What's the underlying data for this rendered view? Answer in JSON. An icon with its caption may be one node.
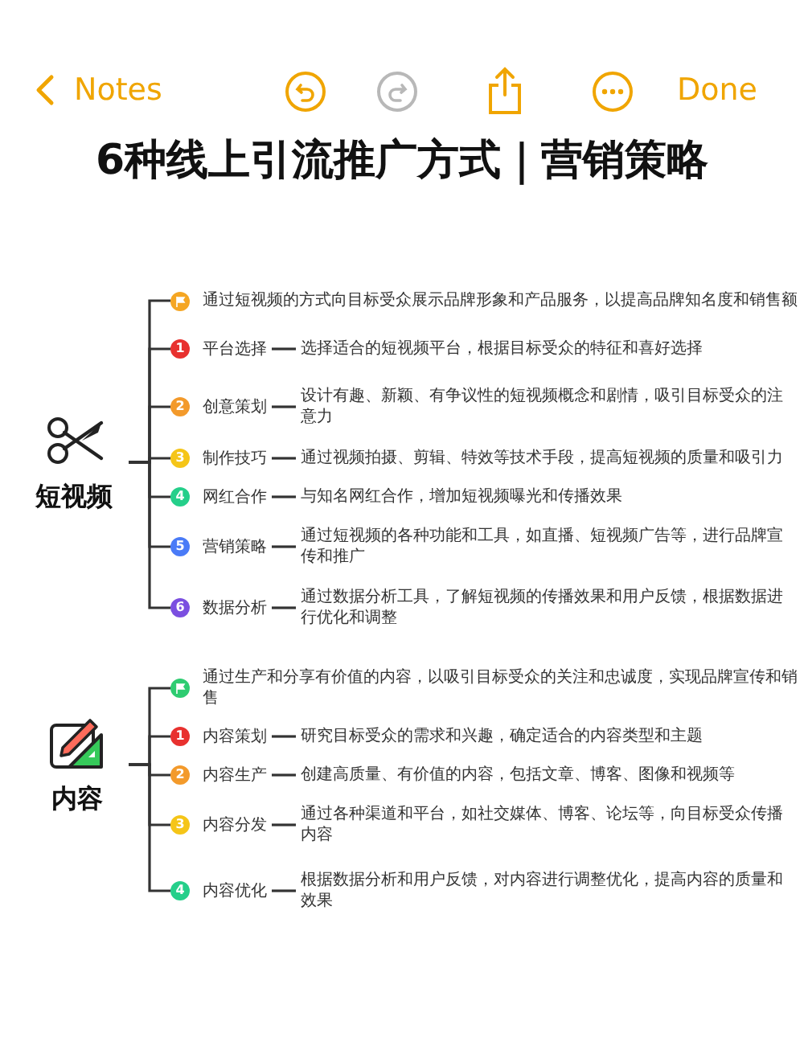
{
  "diagram": {
    "title": "6种线上引流推广方式｜营销策略",
    "nodes": [
      {
        "text": [
          "短视频"
        ]
      },
      {
        "text": [
          "通过短视频的方式向目标受众展示品牌形象和产品服务，以提高品牌知名度和销售额"
        ]
      },
      {
        "text": [
          "1",
          "平台选择"
        ]
      },
      {
        "text": [
          "选择适合的短视频平台，根据目标受众的特征和喜好选择"
        ]
      },
      {
        "text": [
          "2",
          "创意策划"
        ]
      },
      {
        "text": [
          "设计有趣、新颖、有争议性的短视频概念和剧情，吸引目标受众的注意力"
        ]
      },
      {
        "text": [
          "3",
          "制作技巧"
        ]
      },
      {
        "text": [
          "通过视频拍摄、剪辑、特效等技术手段，提高短视频的质量和吸引力"
        ]
      },
      {
        "text": [
          "4",
          "网红合作"
        ]
      },
      {
        "text": [
          "与知名网红合作，增加短视频曝光和传播效果"
        ]
      },
      {
        "text": [
          "5",
          "营销策略"
        ]
      },
      {
        "text": [
          "通过短视频的各种功能和工具，如直播、短视频广告等，进行品牌宣传和推广"
        ]
      },
      {
        "text": [
          "6",
          "数据分析"
        ]
      },
      {
        "text": [
          "通过数据分析工具，了解短视频的传播效果和用户反馈，根据数据进行优化和调整"
        ]
      },
      {
        "text": [
          "内容"
        ]
      },
      {
        "text": [
          "通过生产和分享有价值的内容，以吸引目标受众的关注和忠诚度，实现品牌宣传和销售"
        ]
      },
      {
        "text": [
          "1",
          "内容策划"
        ]
      },
      {
        "text": [
          "研究目标受众的需求和兴趣，确定适合的内容类型和主题"
        ]
      },
      {
        "text": [
          "2",
          "内容生产"
        ]
      },
      {
        "text": [
          "创建高质量、有价值的内容，包括文章、博客、图像和视频等"
        ]
      },
      {
        "text": [
          "3",
          "内容分发"
        ]
      },
      {
        "text": [
          "通过各种渠道和平台，如社交媒体、博客、论坛等，向目标受众传播内容"
        ]
      },
      {
        "text": [
          "4",
          "内容优化"
        ]
      },
      {
        "text": [
          "根据数据分析和用户反馈，对内容进行调整优化，提高内容的质量和效果"
        ]
      }
    ],
    "edges": [
      {
        "from": 0,
        "to": 1,
        "arrow": "none"
      },
      {
        "from": 0,
        "to": 2,
        "arrow": "none"
      },
      {
        "from": 0,
        "to": 4,
        "arrow": "none"
      },
      {
        "from": 0,
        "to": 6,
        "arrow": "none"
      },
      {
        "from": 0,
        "to": 8,
        "arrow": "none"
      },
      {
        "from": 0,
        "to": 10,
        "arrow": "none"
      },
      {
        "from": 0,
        "to": 12,
        "arrow": "none"
      },
      {
        "from": 2,
        "to": 3,
        "arrow": "none"
      },
      {
        "from": 4,
        "to": 5,
        "arrow": "none"
      },
      {
        "from": 6,
        "to": 7,
        "arrow": "none"
      },
      {
        "from": 8,
        "to": 9,
        "arrow": "none"
      },
      {
        "from": 10,
        "to": 11,
        "arrow": "none"
      },
      {
        "from": 12,
        "to": 13,
        "arrow": "none"
      },
      {
        "from": 14,
        "to": 15,
        "arrow": "none"
      },
      {
        "from": 14,
        "to": 16,
        "arrow": "none"
      },
      {
        "from": 14,
        "to": 18,
        "arrow": "none"
      },
      {
        "from": 14,
        "to": 20,
        "arrow": "none"
      },
      {
        "from": 14,
        "to": 22,
        "arrow": "none"
      },
      {
        "from": 16,
        "to": 17,
        "arrow": "none"
      },
      {
        "from": 18,
        "to": 19,
        "arrow": "none"
      },
      {
        "from": 20,
        "to": 21,
        "arrow": "none"
      },
      {
        "from": 22,
        "to": 23,
        "arrow": "none"
      }
    ],
    "labels": [
      "Notes",
      "Done"
    ]
  }
}
